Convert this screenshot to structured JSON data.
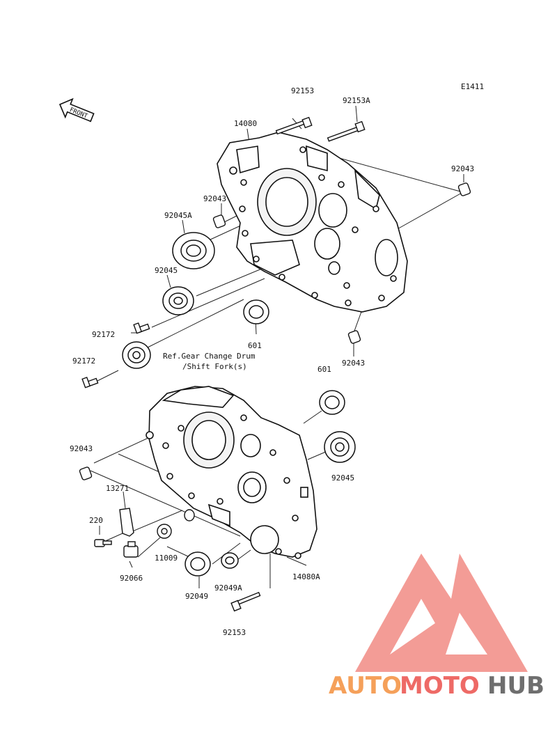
{
  "diagram": {
    "figure_code": "E1411",
    "front_label": "FRONT",
    "labels": {
      "p92153_top": "92153",
      "p92153A": "92153A",
      "p14080": "14080",
      "p92043_right": "92043",
      "p92043_upper": "92043",
      "p92045A": "92045A",
      "p92045_upper": "92045",
      "p92172_upper": "92172",
      "p601_center": "601",
      "p92172_lower": "92172",
      "p92043_midright": "92043",
      "p601_right": "601",
      "p92043_left": "92043",
      "p13271": "13271",
      "p220": "220",
      "p92066": "92066",
      "p11009": "11009",
      "p92049": "92049",
      "p92049A": "92049A",
      "p14080A": "14080A",
      "p92045_lower": "92045",
      "p92153_bottom": "92153"
    },
    "reference_note_line1": "Ref.Gear Change Drum",
    "reference_note_line2": "/Shift Fork(s)"
  },
  "watermark": {
    "text_part1": "AUTO",
    "text_part2": "MOTO",
    "text_part3": "HUB",
    "colors": {
      "orange": "#f5a05a",
      "red": "#ee6a66",
      "gray": "#6e6e6e",
      "triangle": "#f28b84"
    }
  }
}
